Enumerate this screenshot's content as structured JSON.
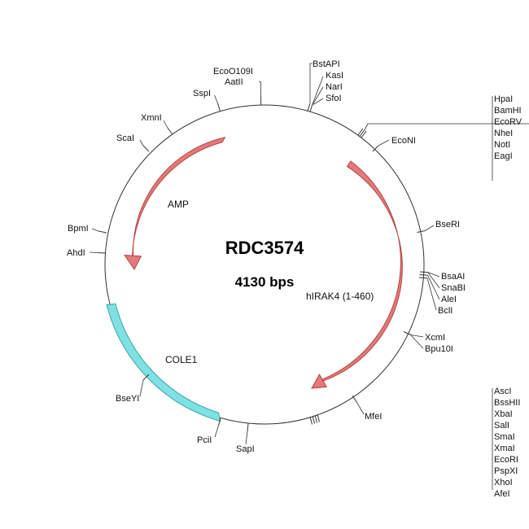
{
  "plasmid": {
    "name": "RDC3574",
    "size_label": "4130 bps"
  },
  "colors": {
    "backbone": "#333333",
    "arrow_fill": "#e27a7a",
    "arrow_stroke": "#b84545",
    "cole1_fill": "#7fe1e1",
    "cole1_stroke": "#3aa7a7"
  },
  "features": [
    {
      "name": "AMP",
      "kind": "arrow"
    },
    {
      "name": "hIRAK4 (1-460)",
      "kind": "arrow"
    },
    {
      "name": "COLE1",
      "kind": "region"
    }
  ],
  "sites": {
    "top_left_stack": [
      "EcoO109I",
      "AatII"
    ],
    "top_right_stack": [
      "BstAPI",
      "KasI",
      "NarI",
      "SfoI"
    ],
    "mcs_top": [
      "HpaI",
      "BamHI",
      "EcoRV",
      "NheI",
      "NotI",
      "EagI"
    ],
    "right_stack": [
      "BsaAI",
      "SnaBI",
      "AleI",
      "BclI"
    ],
    "xcm_stack": [
      "XcmI",
      "Bpu10I"
    ],
    "mcs_bottom": [
      "AscI",
      "BssHII",
      "XbaI",
      "SalI",
      "SmaI",
      "XmaI",
      "EcoRI",
      "PspXI",
      "XhoI",
      "AfeI"
    ],
    "single": {
      "sspi": "SspI",
      "xmni": "XmnI",
      "scai": "ScaI",
      "bpmi": "BpmI",
      "ahdi": "AhdI",
      "bseyi": "BseYI",
      "pcii": "PciI",
      "sapi": "SapI",
      "mfei": "MfeI",
      "econi": "EcoNI",
      "bseri": "BseRI"
    }
  }
}
